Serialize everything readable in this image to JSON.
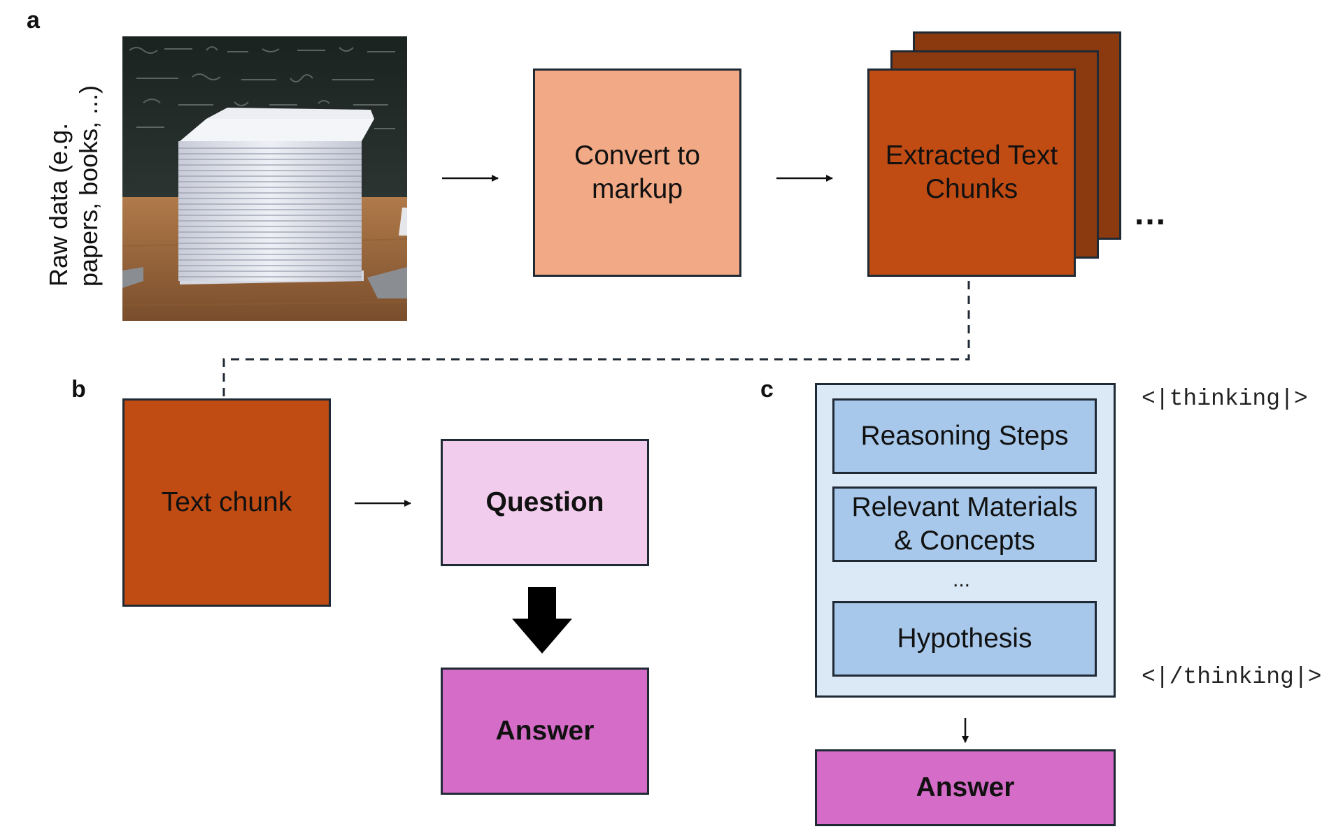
{
  "panel_a": {
    "letter": "a",
    "raw_data_label_line1": "Raw data (e.g.",
    "raw_data_label_line2": "papers, books, ...)",
    "convert_box": "Convert to markup",
    "extracted_box": "Extracted Text Chunks",
    "ellipsis": "...",
    "colors": {
      "convert": "#f2a985",
      "extracted": "#c04c14",
      "extracted_back": "#8b3a10"
    }
  },
  "panel_b": {
    "letter": "b",
    "chunk_box": "Text chunk",
    "question_box": "Question",
    "answer_box": "Answer",
    "colors": {
      "chunk": "#c04c14",
      "question": "#f2ccec",
      "answer": "#d56cc8"
    }
  },
  "panel_c": {
    "letter": "c",
    "thinking_open": "<|thinking|>",
    "thinking_close": "<|/thinking|>",
    "reasoning_box": "Reasoning Steps",
    "materials_box": "Relevant Materials & Concepts",
    "ellipsis": "...",
    "hypothesis_box": "Hypothesis",
    "answer_box": "Answer",
    "colors": {
      "container": "#dbe8f5",
      "inner": "#a7c8ea",
      "answer": "#d56cc8"
    }
  }
}
